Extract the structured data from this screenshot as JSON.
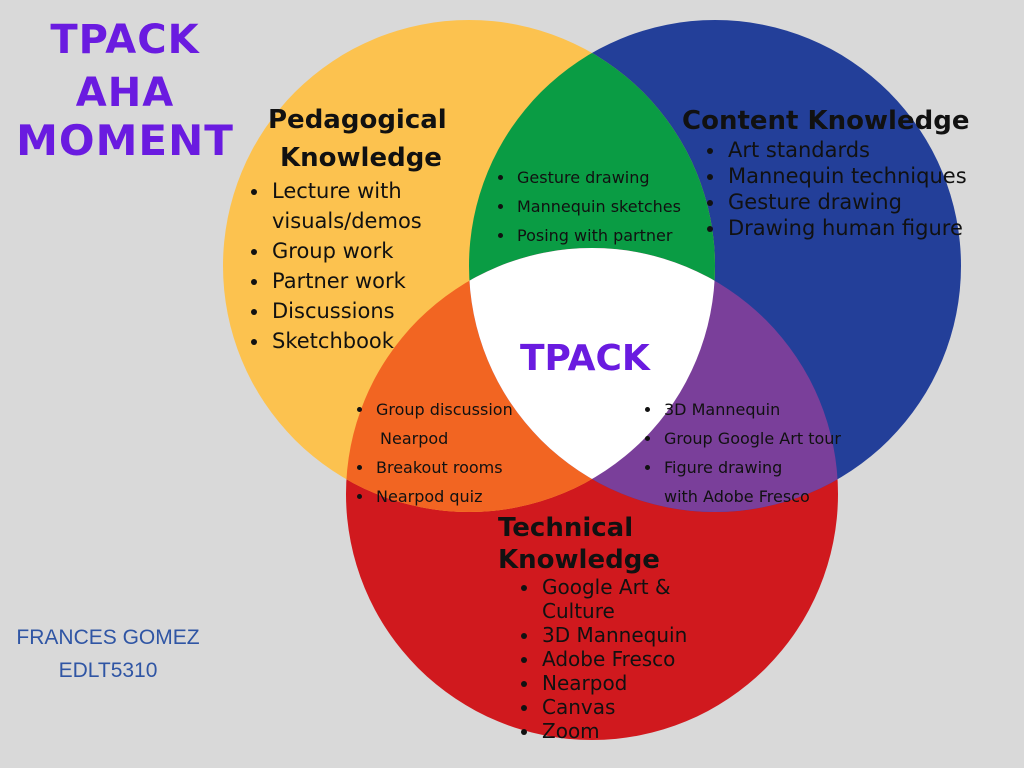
{
  "title": {
    "line1": "TPACK",
    "line2": "AHA",
    "line3": "MOMENT"
  },
  "author": {
    "name": "FRANCES GOMEZ",
    "course": "EDLT5310"
  },
  "colors": {
    "background": "#d9d9d9",
    "pedagogical": "#fcc24f",
    "content": "#233f99",
    "technical": "#d0191e",
    "pedagogical_content": "#0a9c44",
    "pedagogical_technical": "#f26522",
    "technical_content": "#7a3f9a",
    "center": "#ffffff",
    "accent_text": "#6a1be0",
    "author_text": "#2f55a4"
  },
  "pedagogical": {
    "heading_line1": "Pedagogical",
    "heading_line2": "Knowledge",
    "items": [
      "Lecture with",
      "visuals/demos",
      "Group work",
      "Partner work",
      "Discussions",
      "Sketchbook"
    ]
  },
  "content": {
    "heading": "Content Knowledge",
    "items": [
      "Art standards",
      "Mannequin techniques",
      "Gesture drawing",
      "Drawing human figure"
    ]
  },
  "technical": {
    "heading_line1": "Technical",
    "heading_line2": "Knowledge",
    "items": [
      "Google Art &",
      "Culture",
      "3D Mannequin",
      "Adobe Fresco",
      "Nearpod",
      "Canvas",
      "Zoom"
    ]
  },
  "pedagogical_content": {
    "items": [
      "Gesture drawing",
      "Mannequin sketches",
      "Posing with partner"
    ]
  },
  "pedagogical_technical": {
    "items": [
      "Group discussion",
      "Nearpod",
      "Breakout rooms",
      "Nearpod quiz"
    ]
  },
  "technical_content": {
    "items": [
      "3D Mannequin",
      "Group Google Art tour",
      "Figure drawing",
      "with Adobe Fresco"
    ]
  },
  "center": {
    "label": "TPACK"
  }
}
